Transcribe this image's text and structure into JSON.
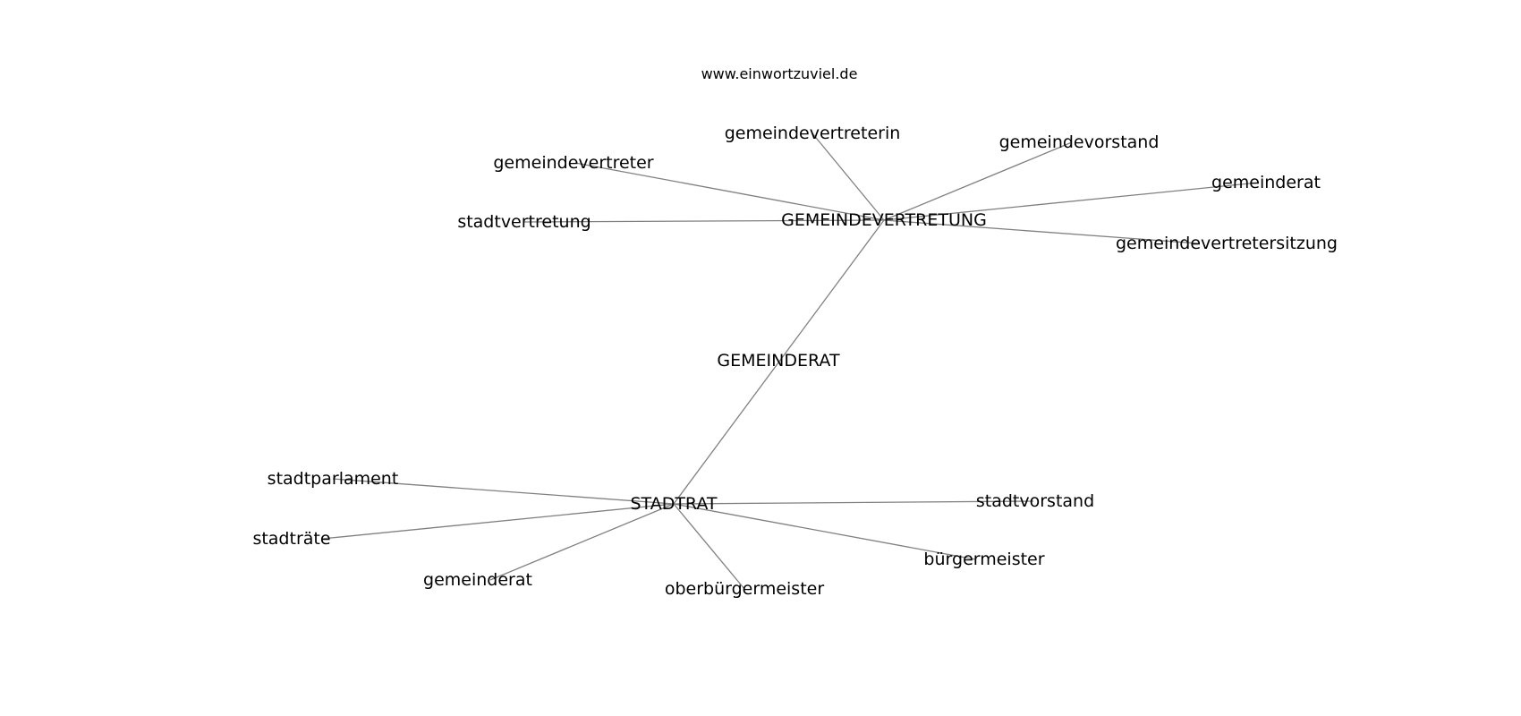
{
  "source": "www.einwortzuviel.de",
  "graph": {
    "nodes": [
      {
        "id": "center",
        "label": "GEMEINDERAT"
      },
      {
        "id": "hub_gv",
        "label": "GEMEINDEVERTRETUNG"
      },
      {
        "id": "hub_st",
        "label": "STADTRAT"
      },
      {
        "id": "gv_1",
        "label": "gemeindevertreterin"
      },
      {
        "id": "gv_2",
        "label": "gemeindevorstand"
      },
      {
        "id": "gv_3",
        "label": "gemeindevertreter"
      },
      {
        "id": "gv_4",
        "label": "gemeinderat"
      },
      {
        "id": "gv_5",
        "label": "stadtvertretung"
      },
      {
        "id": "gv_6",
        "label": "gemeindevertretersitzung"
      },
      {
        "id": "st_1",
        "label": "stadtparlament"
      },
      {
        "id": "st_2",
        "label": "stadtvorstand"
      },
      {
        "id": "st_3",
        "label": "stadträte"
      },
      {
        "id": "st_4",
        "label": "bürgermeister"
      },
      {
        "id": "st_5",
        "label": "gemeinderat"
      },
      {
        "id": "st_6",
        "label": "oberbürgermeister"
      }
    ],
    "edges": [
      [
        "hub_gv",
        "hub_st"
      ],
      [
        "hub_gv",
        "gv_1"
      ],
      [
        "hub_gv",
        "gv_2"
      ],
      [
        "hub_gv",
        "gv_3"
      ],
      [
        "hub_gv",
        "gv_4"
      ],
      [
        "hub_gv",
        "gv_5"
      ],
      [
        "hub_gv",
        "gv_6"
      ],
      [
        "hub_st",
        "st_1"
      ],
      [
        "hub_st",
        "st_2"
      ],
      [
        "hub_st",
        "st_3"
      ],
      [
        "hub_st",
        "st_4"
      ],
      [
        "hub_st",
        "st_5"
      ],
      [
        "hub_st",
        "st_6"
      ]
    ]
  },
  "colors": {
    "edge": "#808080",
    "text": "#000000",
    "background": "#ffffff"
  }
}
